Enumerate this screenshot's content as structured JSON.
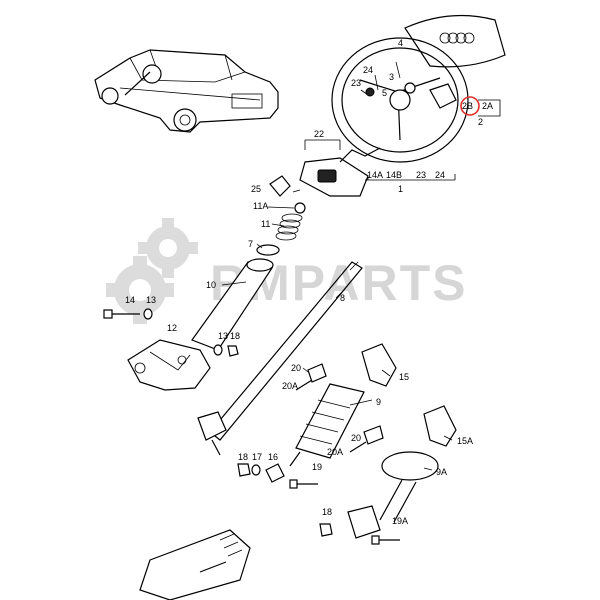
{
  "watermark": {
    "text": "RMPARTS",
    "color": "#d6d6d6"
  },
  "highlight_color": "#e0302a",
  "labels": {
    "l4": "4",
    "l24": "24",
    "l3": "3",
    "l23": "23",
    "l5": "5",
    "l2B": "2B",
    "l2A": "2A",
    "l2": "2",
    "l22": "22",
    "l14A": "14A",
    "l14B": "14B",
    "l23b": "23",
    "l24b": "24",
    "l1": "1",
    "l25": "25",
    "l11A": "11A",
    "l11": "11",
    "l7": "7",
    "l10": "10",
    "l8": "8",
    "l14": "14",
    "l13": "13",
    "l12": "12",
    "l13b": "13",
    "l18": "18",
    "l20": "20",
    "l20A": "20A",
    "l15": "15",
    "l9": "9",
    "l20b": "20",
    "l20Ab": "20A",
    "l15A": "15A",
    "l9A": "9A",
    "l18b": "18",
    "l17": "17",
    "l16": "16",
    "l19": "19",
    "l18c": "18",
    "l19A": "19A"
  }
}
